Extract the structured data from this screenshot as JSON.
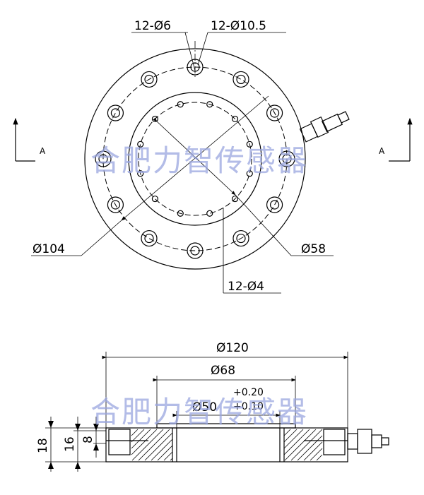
{
  "watermark": "合肥力智传感器",
  "top_view": {
    "label_holes_small": "12-Ø6",
    "label_holes_large": "12-Ø10.5",
    "label_outer_pcd": "Ø104",
    "label_inner_pcd": "Ø58",
    "label_inner_holes": "12-Ø4",
    "section_left": "A",
    "section_right": "A"
  },
  "side_view": {
    "dia_outer": "Ø120",
    "dia_mid": "Ø68",
    "dia_bore": "Ø50",
    "tol_upper": "+0.20",
    "tol_lower": "+0.10",
    "height_total": "18",
    "height_flange": "16",
    "height_step": "8"
  }
}
